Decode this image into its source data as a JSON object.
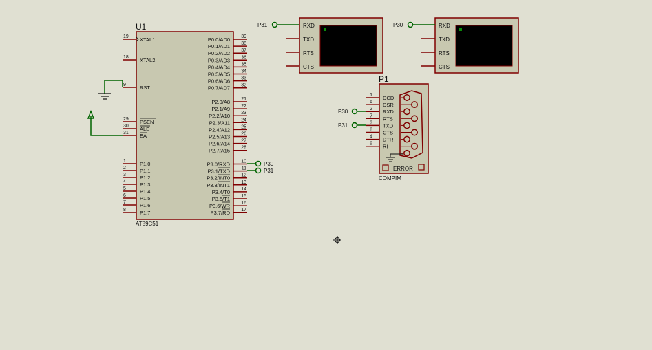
{
  "colors": {
    "background": "#e0e0d2",
    "component_fill": "#c8c8b0",
    "component_border": "#800000",
    "pin_line": "#800000",
    "wire": "#006400",
    "terminal_screen": "#000000"
  },
  "mcu": {
    "ref": "U1",
    "part": "AT89C51",
    "left_pins": [
      {
        "num": "19",
        "label": "XTAL1"
      },
      {
        "num": "18",
        "label": "XTAL2"
      },
      {
        "num": "9",
        "label": "RST"
      },
      {
        "num": "29",
        "label": "PSEN"
      },
      {
        "num": "30",
        "label": "ALE"
      },
      {
        "num": "31",
        "label": "EA"
      },
      {
        "num": "1",
        "label": "P1.0"
      },
      {
        "num": "2",
        "label": "P1.1"
      },
      {
        "num": "3",
        "label": "P1.2"
      },
      {
        "num": "4",
        "label": "P1.3"
      },
      {
        "num": "5",
        "label": "P1.4"
      },
      {
        "num": "6",
        "label": "P1.5"
      },
      {
        "num": "7",
        "label": "P1.6"
      },
      {
        "num": "8",
        "label": "P1.7"
      }
    ],
    "right_pins": [
      {
        "num": "39",
        "label": "P0.0/AD0"
      },
      {
        "num": "38",
        "label": "P0.1/AD1"
      },
      {
        "num": "37",
        "label": "P0.2/AD2"
      },
      {
        "num": "36",
        "label": "P0.3/AD3"
      },
      {
        "num": "35",
        "label": "P0.4/AD4"
      },
      {
        "num": "34",
        "label": "P0.5/AD5"
      },
      {
        "num": "33",
        "label": "P0.6/AD6"
      },
      {
        "num": "32",
        "label": "P0.7/AD7"
      },
      {
        "num": "21",
        "label": "P2.0/A8"
      },
      {
        "num": "22",
        "label": "P2.1/A9"
      },
      {
        "num": "23",
        "label": "P2.2/A10"
      },
      {
        "num": "24",
        "label": "P2.3/A11"
      },
      {
        "num": "25",
        "label": "P2.4/A12"
      },
      {
        "num": "26",
        "label": "P2.5/A13"
      },
      {
        "num": "27",
        "label": "P2.6/A14"
      },
      {
        "num": "28",
        "label": "P2.7/A15"
      },
      {
        "num": "10",
        "label": "P3.0/RXD"
      },
      {
        "num": "11",
        "label": "P3.1/TXD"
      },
      {
        "num": "12",
        "label": "P3.2/INT0"
      },
      {
        "num": "13",
        "label": "P3.3/INT1"
      },
      {
        "num": "14",
        "label": "P3.4/T0"
      },
      {
        "num": "15",
        "label": "P3.5/T1"
      },
      {
        "num": "16",
        "label": "P3.6/WR"
      },
      {
        "num": "17",
        "label": "P3.7/RD"
      }
    ],
    "terminal_labels": {
      "p30": "P30",
      "p31": "P31"
    }
  },
  "terminals": [
    {
      "input_label": "P31",
      "pins": [
        "RXD",
        "TXD",
        "RTS",
        "CTS"
      ]
    },
    {
      "input_label": "P30",
      "pins": [
        "RXD",
        "TXD",
        "RTS",
        "CTS"
      ]
    }
  ],
  "compim": {
    "ref": "P1",
    "part": "COMPIM",
    "status": "ERROR",
    "pins": [
      {
        "num": "1",
        "label": "DCD"
      },
      {
        "num": "6",
        "label": "DSR"
      },
      {
        "num": "2",
        "label": "RXD"
      },
      {
        "num": "7",
        "label": "RTS"
      },
      {
        "num": "3",
        "label": "TXD"
      },
      {
        "num": "8",
        "label": "CTS"
      },
      {
        "num": "4",
        "label": "DTR"
      },
      {
        "num": "9",
        "label": "RI"
      }
    ],
    "rxd_net": "P30",
    "txd_net": "P31"
  },
  "cursor": {
    "icon": "crosshair-cursor-icon"
  }
}
